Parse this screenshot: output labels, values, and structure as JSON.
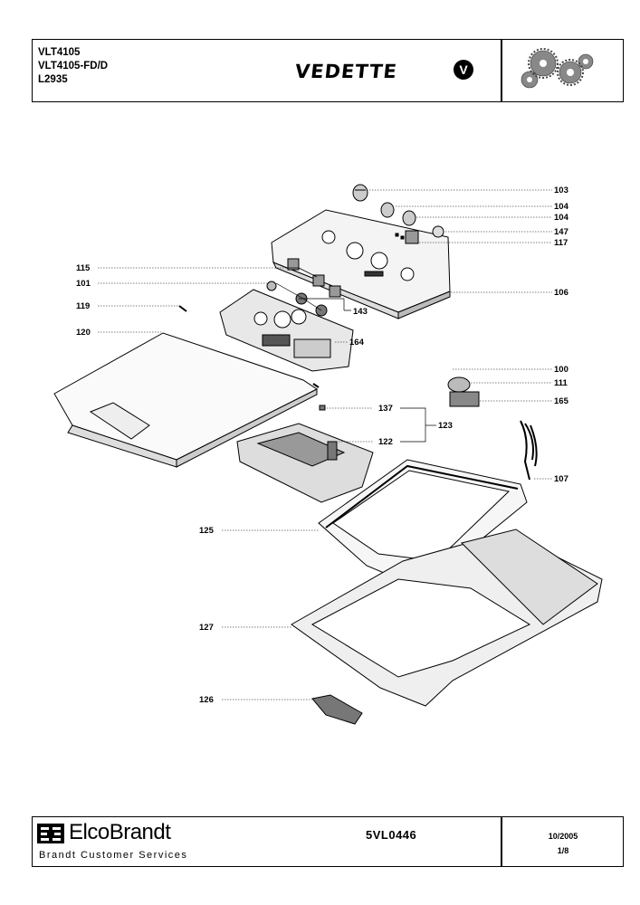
{
  "header": {
    "models": [
      "VLT4105",
      "VLT4105-FD/D",
      "L2935"
    ],
    "brand": "VEDETTE",
    "brand_logo": "v-circle-logo",
    "emblem": "gears-icon"
  },
  "diagram": {
    "parts": [
      {
        "id": "103"
      },
      {
        "id": "104"
      },
      {
        "id": "104"
      },
      {
        "id": "147"
      },
      {
        "id": "117"
      },
      {
        "id": "115"
      },
      {
        "id": "101"
      },
      {
        "id": "106"
      },
      {
        "id": "119"
      },
      {
        "id": "143"
      },
      {
        "id": "120"
      },
      {
        "id": "164"
      },
      {
        "id": "100"
      },
      {
        "id": "111"
      },
      {
        "id": "165"
      },
      {
        "id": "137"
      },
      {
        "id": "123"
      },
      {
        "id": "122"
      },
      {
        "id": "107"
      },
      {
        "id": "125"
      },
      {
        "id": "127"
      },
      {
        "id": "126"
      }
    ]
  },
  "footer": {
    "company": "ElcoBrandt",
    "company_sub": "Brandt Customer Services",
    "doc_ref": "5VL0446",
    "date": "10/2005",
    "page": "1/8"
  }
}
